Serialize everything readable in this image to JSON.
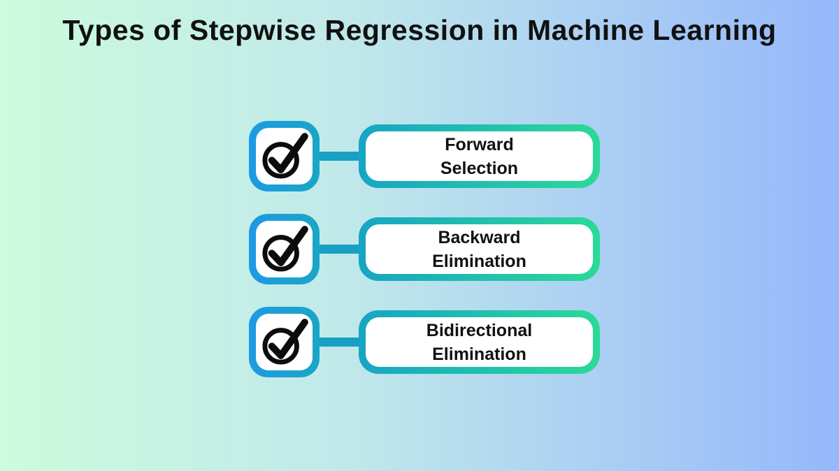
{
  "page": {
    "title": "Types of Stepwise Regression in Machine Learning"
  },
  "colors": {
    "background_left": "#ccfbdd",
    "background_mid": "#c0e8ea",
    "background_right": "#96b7fb",
    "icon_box_border_left": "#1d9ae4",
    "icon_box_border_right": "#1aa6c6",
    "label_box_border_left": "#16a5c4",
    "label_box_border_right": "#2bd997",
    "connector": "#18a0c3",
    "box_fill": "#ffffff",
    "text": "#111111"
  },
  "items": [
    {
      "icon": "check-circle-icon",
      "lines": [
        "Forward",
        "Selection"
      ]
    },
    {
      "icon": "check-circle-icon",
      "lines": [
        "Backward",
        "Elimination"
      ]
    },
    {
      "icon": "check-circle-icon",
      "lines": [
        "Bidirectional",
        "Elimination"
      ]
    }
  ]
}
